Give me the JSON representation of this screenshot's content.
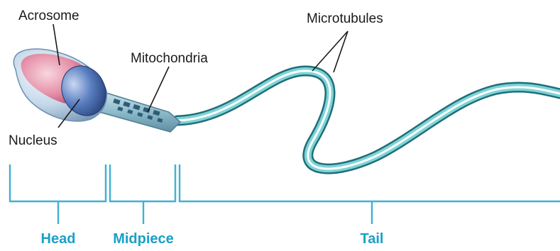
{
  "labels": {
    "acrosome": "Acrosome",
    "nucleus": "Nucleus",
    "mitochondria": "Mitochondria",
    "microtubules": "Microtubules"
  },
  "segments": {
    "head": "Head",
    "midpiece": "Midpiece",
    "tail": "Tail"
  },
  "colors": {
    "segment_text": "#1aa0c8",
    "bracket": "#3fb0d6",
    "tail_outer": "#1e6f78",
    "tail_mid": "#7fd3d6",
    "tail_core": "#ffffff",
    "head_body": "#b9d2e6",
    "acrosome": "#e890a8",
    "nucleus": "#3f64a8",
    "label_text": "#1a1a1a"
  }
}
